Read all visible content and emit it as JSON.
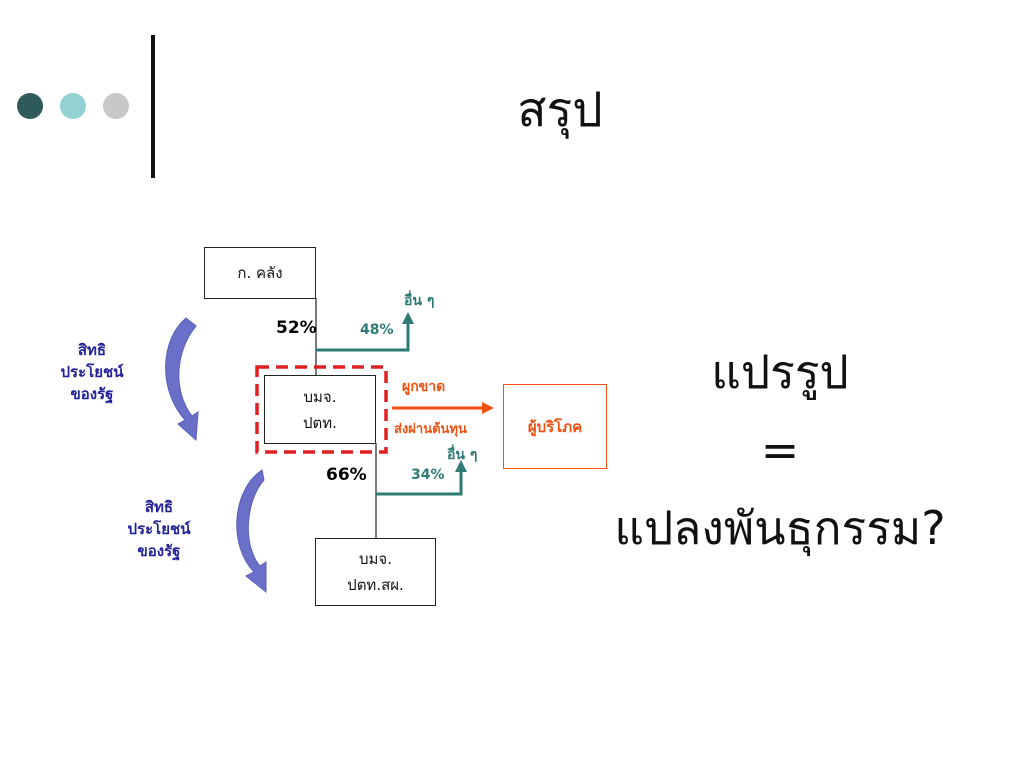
{
  "slide": {
    "title": "สรุป",
    "bullet_colors": [
      "#2f5a5a",
      "#93d1d3",
      "#c8c8c8"
    ]
  },
  "diagram": {
    "mof_box": "ก. คลัง",
    "ptt_box": "บมจ.\nปตท.",
    "ptt_ep_box": "บมจ.\nปตท.สผ.",
    "consumer_box": "ผู้บริโภค",
    "share_mof": "52%",
    "share_others_1": "48%",
    "others_1": "อื่น ๆ",
    "share_ptt": "66%",
    "share_others_2": "34%",
    "others_2": "อื่น ๆ",
    "monopoly": "ผูกขาด",
    "pass_through": "ส่งผ่านต้นทุน",
    "state_benefit_1": "สิทธิ\nประโยชน์\nของรัฐ",
    "state_benefit_2": "สิทธิ\nประโยชน์\nของรัฐ",
    "colors": {
      "teal": "#2e7a74",
      "orange": "#f05010",
      "red": "#e02020",
      "blue_text": "#22229a",
      "arrow_fill": "#6a6fc8"
    }
  },
  "conclusion": {
    "line1": "แปรรูป",
    "line2": "=",
    "line3": "แปลงพันธุกรรม?"
  }
}
